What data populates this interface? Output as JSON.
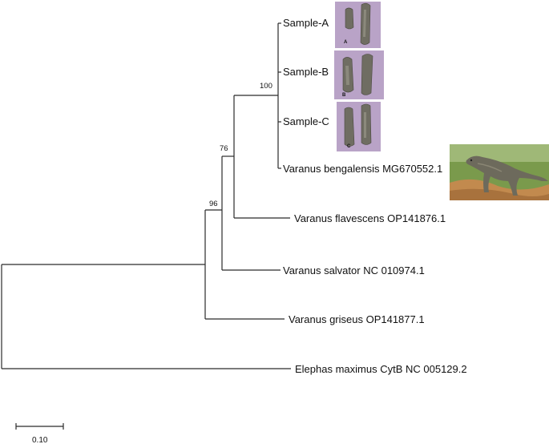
{
  "taxa": {
    "sample_a": "Sample-A",
    "sample_b": "Sample-B",
    "sample_c": "Sample-C",
    "bengalensis": "Varanus bengalensis MG670552.1",
    "flavescens": "Varanus flavescens OP141876.1",
    "salvator": "Varanus salvator NC 010974.1",
    "griseus": "Varanus griseus OP141877.1",
    "elephas": "Elephas maximus CytB NC 005129.2"
  },
  "bootstrap": {
    "node_samples": "100",
    "node_flavescens": "76",
    "node_salvator": "96"
  },
  "scale_bar": {
    "label": "0.10"
  },
  "photo_labels": {
    "a": "A",
    "b": "B",
    "c": "C"
  },
  "colors": {
    "branch": "#2b2b2b",
    "photo_background": "#b9a3c7",
    "tissue": "#6f6d62",
    "grass": "#5f8f3a",
    "lizard": "#6d6a5c"
  }
}
